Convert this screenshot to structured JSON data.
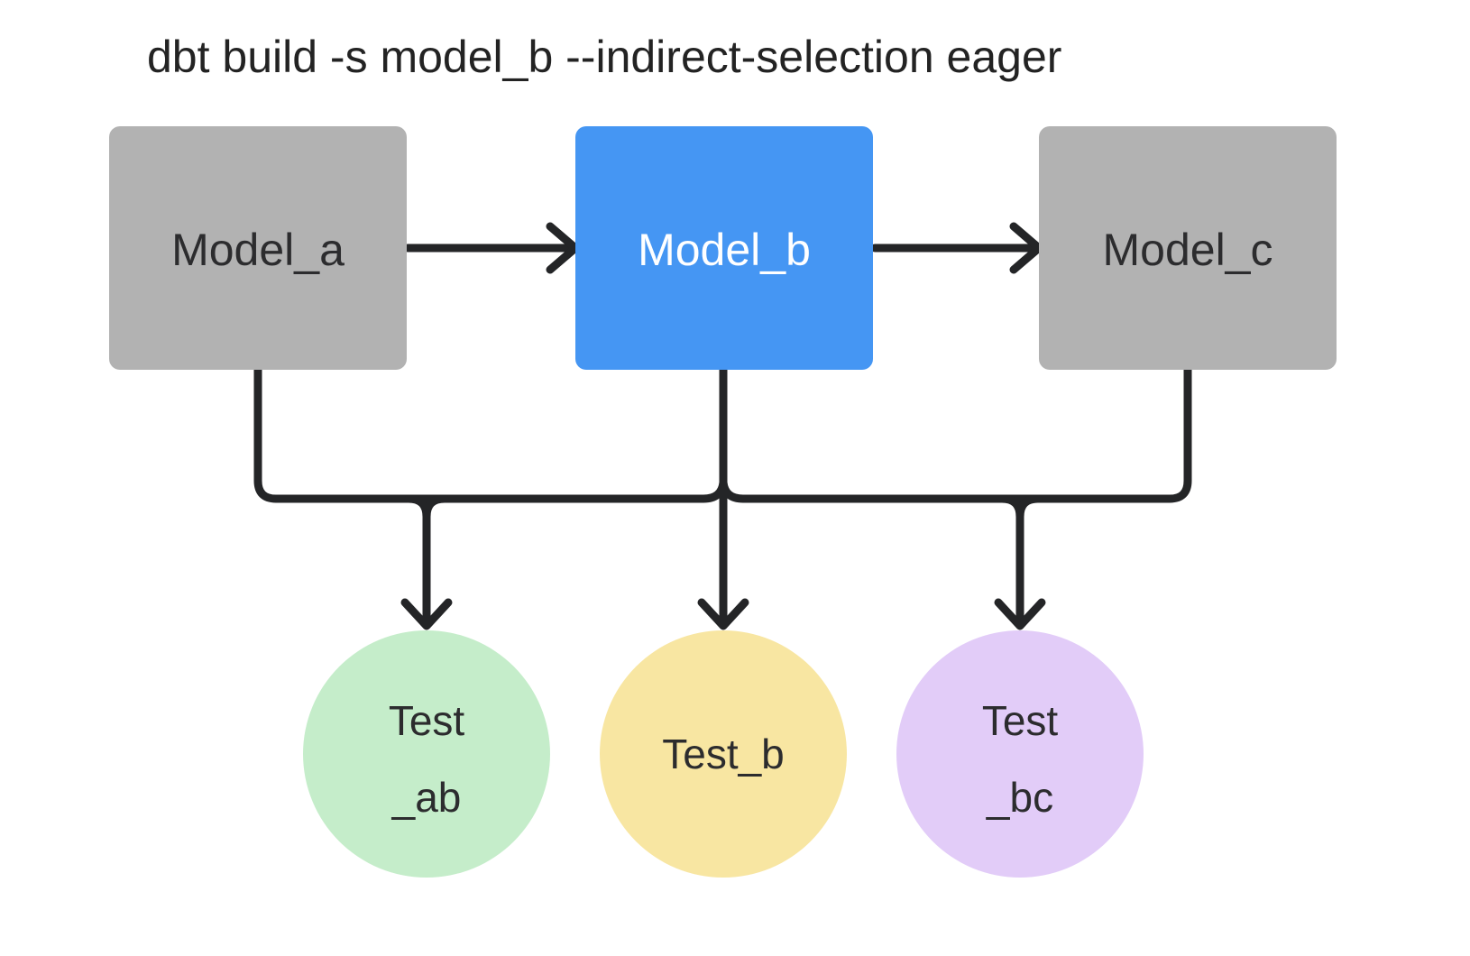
{
  "title": "dbt build -s model_b --indirect-selection eager",
  "colors": {
    "background": "#ffffff",
    "edge": "#242527",
    "title_text": "#232323",
    "model_fill_default": "#b2b2b2",
    "model_fill_selected": "#4596f3",
    "model_text_default": "#2c2c2e",
    "model_text_selected": "#ffffff",
    "test_ab_fill": "#c5edca",
    "test_b_fill": "#f8e6a2",
    "test_bc_fill": "#e2ccf8",
    "test_text": "#2c2c2e"
  },
  "nodes": {
    "models": [
      {
        "id": "model_a",
        "label": "Model_a",
        "selected": false
      },
      {
        "id": "model_b",
        "label": "Model_b",
        "selected": true
      },
      {
        "id": "model_c",
        "label": "Model_c",
        "selected": false
      }
    ],
    "tests": [
      {
        "id": "test_ab",
        "label": "Test _ab",
        "lines": [
          "Test",
          "_ab"
        ]
      },
      {
        "id": "test_b",
        "label": "Test_b",
        "lines": [
          "Test_b"
        ]
      },
      {
        "id": "test_bc",
        "label": "Test _bc",
        "lines": [
          "Test",
          "_bc"
        ]
      }
    ]
  },
  "edges": [
    {
      "from": "Model_a",
      "to": "Model_b",
      "type": "arrow"
    },
    {
      "from": "Model_b",
      "to": "Model_c",
      "type": "arrow"
    },
    {
      "from": "Model_a",
      "to": "Test_ab",
      "type": "arrow-via-bus"
    },
    {
      "from": "Model_b",
      "to": "Test_ab",
      "type": "arrow-via-bus"
    },
    {
      "from": "Model_b",
      "to": "Test_b",
      "type": "arrow"
    },
    {
      "from": "Model_b",
      "to": "Test_bc",
      "type": "arrow-via-bus"
    },
    {
      "from": "Model_c",
      "to": "Test_bc",
      "type": "arrow-via-bus"
    }
  ]
}
